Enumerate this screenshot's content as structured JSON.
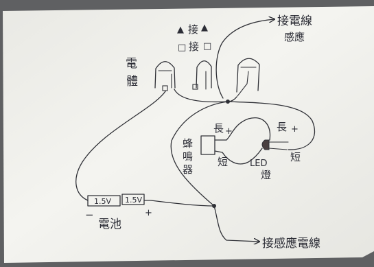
{
  "labels": {
    "pin_marks": {
      "triangle": "▲",
      "square": "□"
    },
    "pin_top": "接",
    "pin_bottom": "接",
    "transistor": [
      "電",
      "體"
    ],
    "sense_wire_top": [
      "接電線",
      "感應"
    ],
    "buzzer": [
      "蜂",
      "鳴",
      "器"
    ],
    "buzzer_long": "長",
    "buzzer_plus": "+",
    "buzzer_short": "短",
    "led_long": "長",
    "led_plus": "+",
    "led_short": "短",
    "led": [
      "LED",
      "燈"
    ],
    "battery_1": "1.5V",
    "battery_2": "1.5V",
    "battery_minus": "−",
    "battery_plus": "+",
    "battery": "電池",
    "sense_wire_bottom": "接感應電線"
  },
  "colors": {
    "ink": "#2f3036",
    "paper": "#f1f1ec",
    "surface": "#5f6062"
  }
}
